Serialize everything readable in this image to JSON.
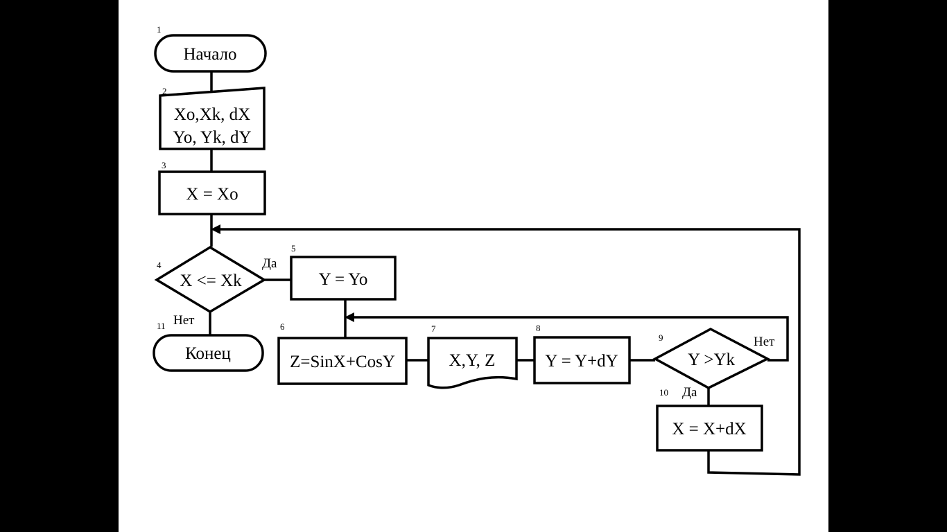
{
  "blocks": {
    "start": {
      "number": "1",
      "text": "Начало"
    },
    "input": {
      "number": "2",
      "line1": "Xo,Xk, dX",
      "line2": "Yo, Yk, dY"
    },
    "init_x": {
      "number": "3",
      "text": "X = Xo"
    },
    "cond_x": {
      "number": "4",
      "text": "X <= Xk",
      "yes": "Да",
      "no": "Нет"
    },
    "init_y": {
      "number": "5",
      "text": "Y = Yo"
    },
    "calc_z": {
      "number": "6",
      "text": "Z=SinX+CosY"
    },
    "output": {
      "number": "7",
      "text": "X,Y, Z"
    },
    "inc_y": {
      "number": "8",
      "text": "Y = Y+dY"
    },
    "cond_y": {
      "number": "9",
      "text": "Y >Yk",
      "yes": "Да",
      "no": "Нет"
    },
    "inc_x": {
      "number": "10",
      "text": "X = X+dX"
    },
    "end": {
      "number": "11",
      "text": "Конец"
    }
  },
  "colors": {
    "background": "#000000",
    "slide": "#ffffff",
    "stroke": "#000000"
  }
}
